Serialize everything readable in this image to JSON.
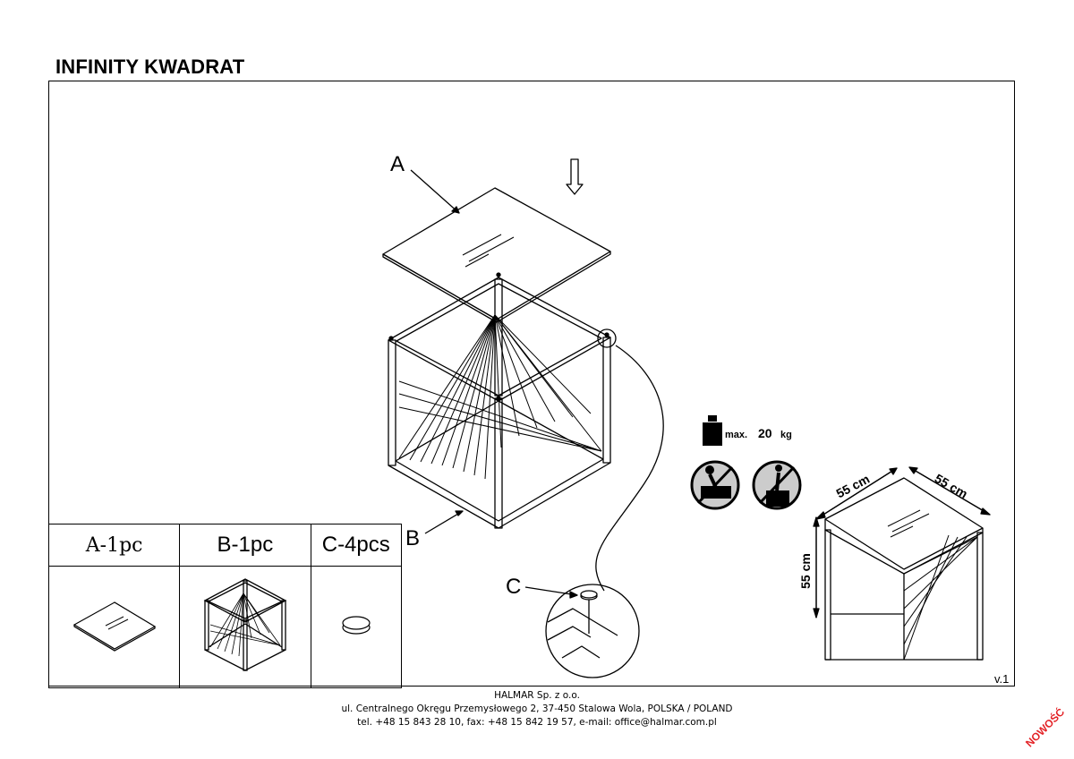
{
  "title": "INFINITY KWADRAT",
  "labels": {
    "a": "A",
    "b": "B",
    "c": "C"
  },
  "parts": [
    {
      "header": "A-1pc",
      "icon": "glass-top-icon"
    },
    {
      "header": "B-1pc",
      "icon": "cube-frame-icon"
    },
    {
      "header": "C-4pcs",
      "icon": "pad-icon"
    }
  ],
  "load": {
    "prefix": "max.",
    "value": "20",
    "unit": "kg"
  },
  "dimensions": {
    "width": "55 cm",
    "depth": "55 cm",
    "height": "55 cm"
  },
  "version": "v.1",
  "footer": {
    "company": "HALMAR Sp. z o.o.",
    "address": "ul. Centralnego Okręgu Przemysłowego 2, 37-450 Stalowa Wola, POLSKA / POLAND",
    "contact": "tel. +48 15 843 28 10, fax: +48 15 842 19 57, e-mail: office@halmar.com.pl"
  },
  "badge": "NOWOŚĆ"
}
